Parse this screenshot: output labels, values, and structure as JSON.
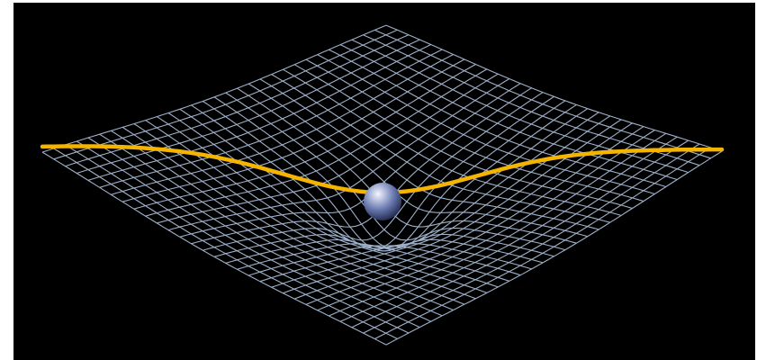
{
  "figure": {
    "background": "#000000",
    "frame_color": "#ffffff",
    "grid": {
      "lines_per_side": 31,
      "line_color": "#9fb1c9",
      "well_depth_fraction": 0.42
    },
    "trajectory": {
      "color": "#f5b400"
    },
    "mass": {
      "shape": "sphere",
      "highlight_color": "#f4f6ff",
      "base_color": "#6a7bb0",
      "shadow_color": "#1c2448"
    }
  }
}
